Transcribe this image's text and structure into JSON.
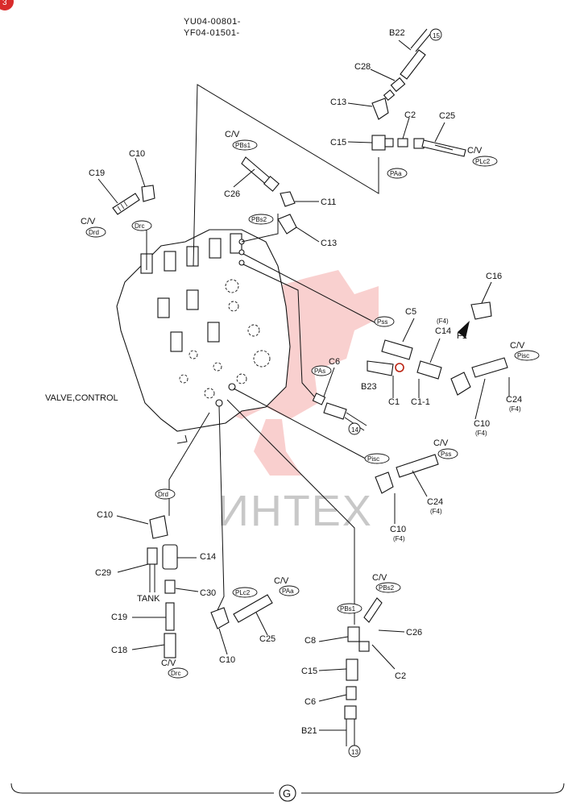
{
  "header": {
    "line1": "YU04-00801-",
    "line2": "YF04-01501-"
  },
  "main_label": "VALVE,CONTROL",
  "tank_label": "TANK",
  "page_marker": "G",
  "corner_badge": "3",
  "watermark": {
    "text": "ИНТЕХ",
    "color": "#e8433f"
  },
  "callouts": [
    {
      "id": "B22",
      "text": "B22"
    },
    {
      "id": "c15",
      "text": "15"
    },
    {
      "id": "C28",
      "text": "C28"
    },
    {
      "id": "C13a",
      "text": "C13"
    },
    {
      "id": "C2a",
      "text": "C2"
    },
    {
      "id": "C25a",
      "text": "C25"
    },
    {
      "id": "C15a",
      "text": "C15"
    },
    {
      "id": "CVa",
      "text": "C/V"
    },
    {
      "id": "PLc2a",
      "text": "PLc2"
    },
    {
      "id": "PAa",
      "text": "PAa"
    },
    {
      "id": "CVb",
      "text": "C/V"
    },
    {
      "id": "PBs1a",
      "text": "PBs1"
    },
    {
      "id": "C26a",
      "text": "C26"
    },
    {
      "id": "C11",
      "text": "C11"
    },
    {
      "id": "PBs2a",
      "text": "PBs2"
    },
    {
      "id": "C13b",
      "text": "C13"
    },
    {
      "id": "C10a",
      "text": "C10"
    },
    {
      "id": "C19a",
      "text": "C19"
    },
    {
      "id": "CVc",
      "text": "C/V"
    },
    {
      "id": "Drd_a",
      "text": "Drd"
    },
    {
      "id": "Drc_a",
      "text": "Drc"
    },
    {
      "id": "C16",
      "text": "C16"
    },
    {
      "id": "F4a",
      "text": "(F4)"
    },
    {
      "id": "C14a",
      "text": "C14"
    },
    {
      "id": "F1",
      "text": "F1"
    },
    {
      "id": "Pss_a",
      "text": "Pss"
    },
    {
      "id": "C5",
      "text": "C5"
    },
    {
      "id": "CVd",
      "text": "C/V"
    },
    {
      "id": "Pisc",
      "text": "Pisc"
    },
    {
      "id": "C6a",
      "text": "C6"
    },
    {
      "id": "PAs",
      "text": "PAs"
    },
    {
      "id": "B23",
      "text": "B23"
    },
    {
      "id": "C1",
      "text": "C1"
    },
    {
      "id": "C1_1",
      "text": "C1-1"
    },
    {
      "id": "C24a",
      "text": "C24"
    },
    {
      "id": "F4b",
      "text": "(F4)"
    },
    {
      "id": "C10b",
      "text": "C10"
    },
    {
      "id": "F4c",
      "text": "(F4)"
    },
    {
      "id": "c14",
      "text": "14"
    },
    {
      "id": "CVe",
      "text": "C/V"
    },
    {
      "id": "Pss_b",
      "text": "Pss"
    },
    {
      "id": "Pisc_b",
      "text": "Pisc"
    },
    {
      "id": "C24b",
      "text": "C24"
    },
    {
      "id": "F4d",
      "text": "(F4)"
    },
    {
      "id": "C10c",
      "text": "C10"
    },
    {
      "id": "F4e",
      "text": "(F4)"
    },
    {
      "id": "Drd_b",
      "text": "Drd"
    },
    {
      "id": "C10d",
      "text": "C10"
    },
    {
      "id": "C14b",
      "text": "C14"
    },
    {
      "id": "C29",
      "text": "C29"
    },
    {
      "id": "C30",
      "text": "C30"
    },
    {
      "id": "C19b",
      "text": "C19"
    },
    {
      "id": "C18",
      "text": "C18"
    },
    {
      "id": "CVf",
      "text": "C/V"
    },
    {
      "id": "Drc_b",
      "text": "Drc"
    },
    {
      "id": "CVg",
      "text": "C/V"
    },
    {
      "id": "PLc2b",
      "text": "PLc2"
    },
    {
      "id": "PAa_b",
      "text": "PAa"
    },
    {
      "id": "C25b",
      "text": "C25"
    },
    {
      "id": "C10e",
      "text": "C10"
    },
    {
      "id": "CVh",
      "text": "C/V"
    },
    {
      "id": "PBs2b",
      "text": "PBs2"
    },
    {
      "id": "PBs1b",
      "text": "PBs1"
    },
    {
      "id": "C26b",
      "text": "C26"
    },
    {
      "id": "C8",
      "text": "C8"
    },
    {
      "id": "C15b",
      "text": "C15"
    },
    {
      "id": "C2b",
      "text": "C2"
    },
    {
      "id": "C6b",
      "text": "C6"
    },
    {
      "id": "B21",
      "text": "B21"
    },
    {
      "id": "c13",
      "text": "13"
    }
  ]
}
